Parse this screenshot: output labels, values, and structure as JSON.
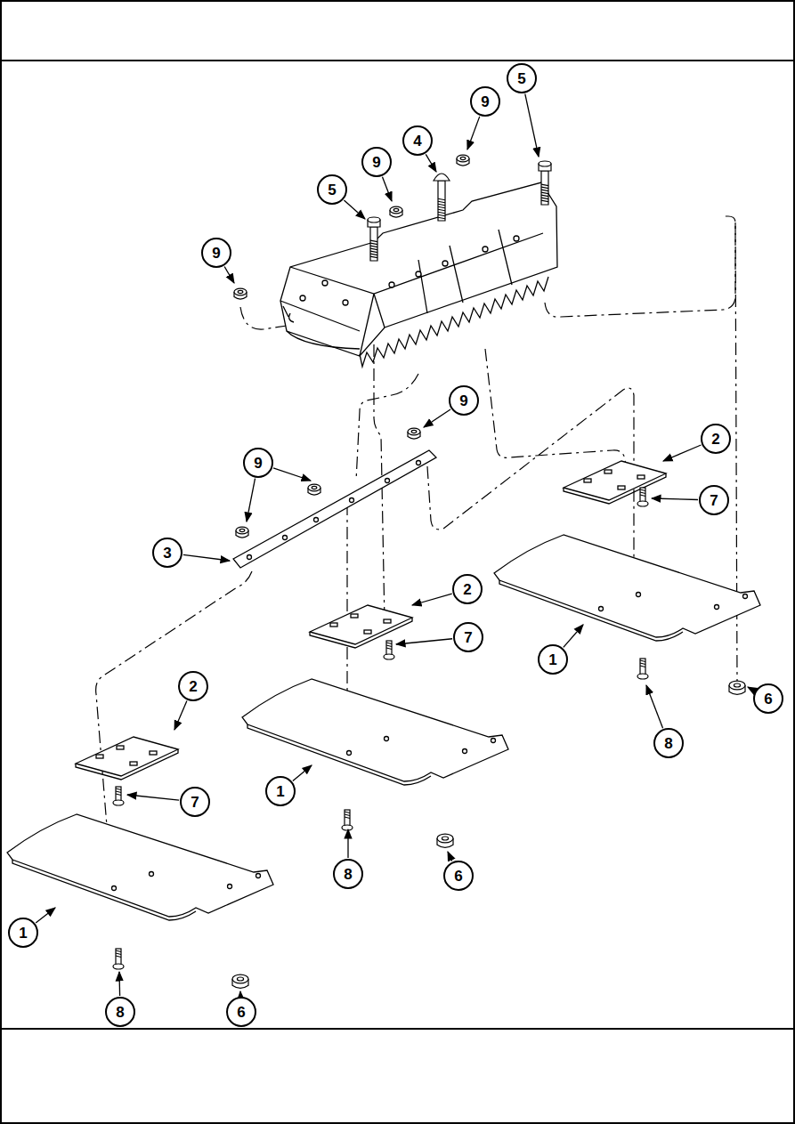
{
  "diagram": {
    "nodes": [
      {
        "text": [
          "5"
        ]
      },
      {
        "text": [
          "9"
        ]
      },
      {
        "text": [
          "4"
        ]
      },
      {
        "text": [
          "9"
        ]
      },
      {
        "text": [
          "5"
        ]
      },
      {
        "text": [
          "9"
        ]
      },
      {
        "text": [
          "9"
        ]
      },
      {
        "text": [
          "9"
        ]
      },
      {
        "text": [
          "2"
        ]
      },
      {
        "text": [
          "3"
        ]
      },
      {
        "text": [
          "7"
        ]
      },
      {
        "text": [
          "2"
        ]
      },
      {
        "text": [
          "1"
        ]
      },
      {
        "text": [
          "7"
        ]
      },
      {
        "text": [
          "6"
        ]
      },
      {
        "text": [
          "8"
        ]
      },
      {
        "text": [
          "2"
        ]
      },
      {
        "text": [
          "1"
        ]
      },
      {
        "text": [
          "7"
        ]
      },
      {
        "text": [
          "8"
        ]
      },
      {
        "text": [
          "6"
        ]
      },
      {
        "text": [
          "1"
        ]
      },
      {
        "text": [
          "8"
        ]
      },
      {
        "text": [
          "6"
        ]
      }
    ]
  }
}
